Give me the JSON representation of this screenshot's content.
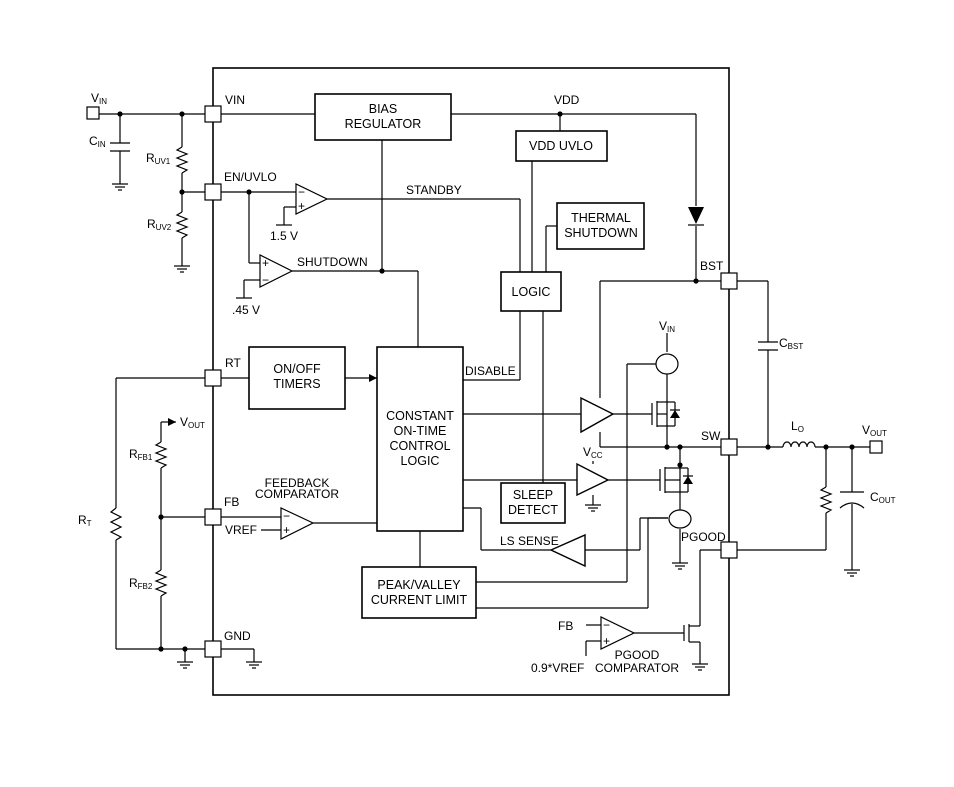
{
  "pins": {
    "vin": "VIN",
    "en_uvlo": "EN/UVLO",
    "rt": "RT",
    "fb": "FB",
    "gnd": "GND",
    "bst": "BST",
    "sw": "SW",
    "pgood": "PGOOD"
  },
  "blocks": {
    "bias_regulator": [
      "BIAS",
      "REGULATOR"
    ],
    "vdd_uvlo": "VDD UVLO",
    "thermal_shutdown": [
      "THERMAL",
      "SHUTDOWN"
    ],
    "logic": "LOGIC",
    "on_off_timers": [
      "ON/OFF",
      "TIMERS"
    ],
    "cot_logic": [
      "CONSTANT",
      "ON-TIME",
      "CONTROL",
      "LOGIC"
    ],
    "sleep_detect": [
      "SLEEP",
      "DETECT"
    ],
    "peak_valley": [
      "PEAK/VALLEY",
      "CURRENT LIMIT"
    ]
  },
  "nets": {
    "vdd": "VDD",
    "standby": "STANDBY",
    "shutdown": "SHUTDOWN",
    "disable": "DISABLE",
    "ls_sense": "LS SENSE",
    "vref": "VREF",
    "fb": "FB",
    "vref_09": "0.9*VREF"
  },
  "refs": {
    "v15": "1.5 V",
    "v045": ".45 V"
  },
  "comparator_labels": {
    "feedback": [
      "FEEDBACK",
      "COMPARATOR"
    ],
    "pgood": [
      "PGOOD",
      "COMPARATOR"
    ]
  },
  "components": {
    "vin": {
      "main": "V",
      "sub": "IN"
    },
    "cin": {
      "main": "C",
      "sub": "IN"
    },
    "ruv1": {
      "main": "R",
      "sub": "UV1"
    },
    "ruv2": {
      "main": "R",
      "sub": "UV2"
    },
    "vout_fb": {
      "main": "V",
      "sub": "OUT"
    },
    "rfb1": {
      "main": "R",
      "sub": "FB1"
    },
    "rfb2": {
      "main": "R",
      "sub": "FB2"
    },
    "rt": {
      "main": "R",
      "sub": "T"
    },
    "vin_hs": {
      "main": "V",
      "sub": "IN"
    },
    "vcc": {
      "main": "V",
      "sub": "CC"
    },
    "cbst": {
      "main": "C",
      "sub": "BST"
    },
    "lo": {
      "main": "L",
      "sub": "O"
    },
    "vout": {
      "main": "V",
      "sub": "OUT"
    },
    "cout": {
      "main": "C",
      "sub": "OUT"
    }
  },
  "opamp_signs": {
    "minus": "−",
    "plus": "+"
  }
}
